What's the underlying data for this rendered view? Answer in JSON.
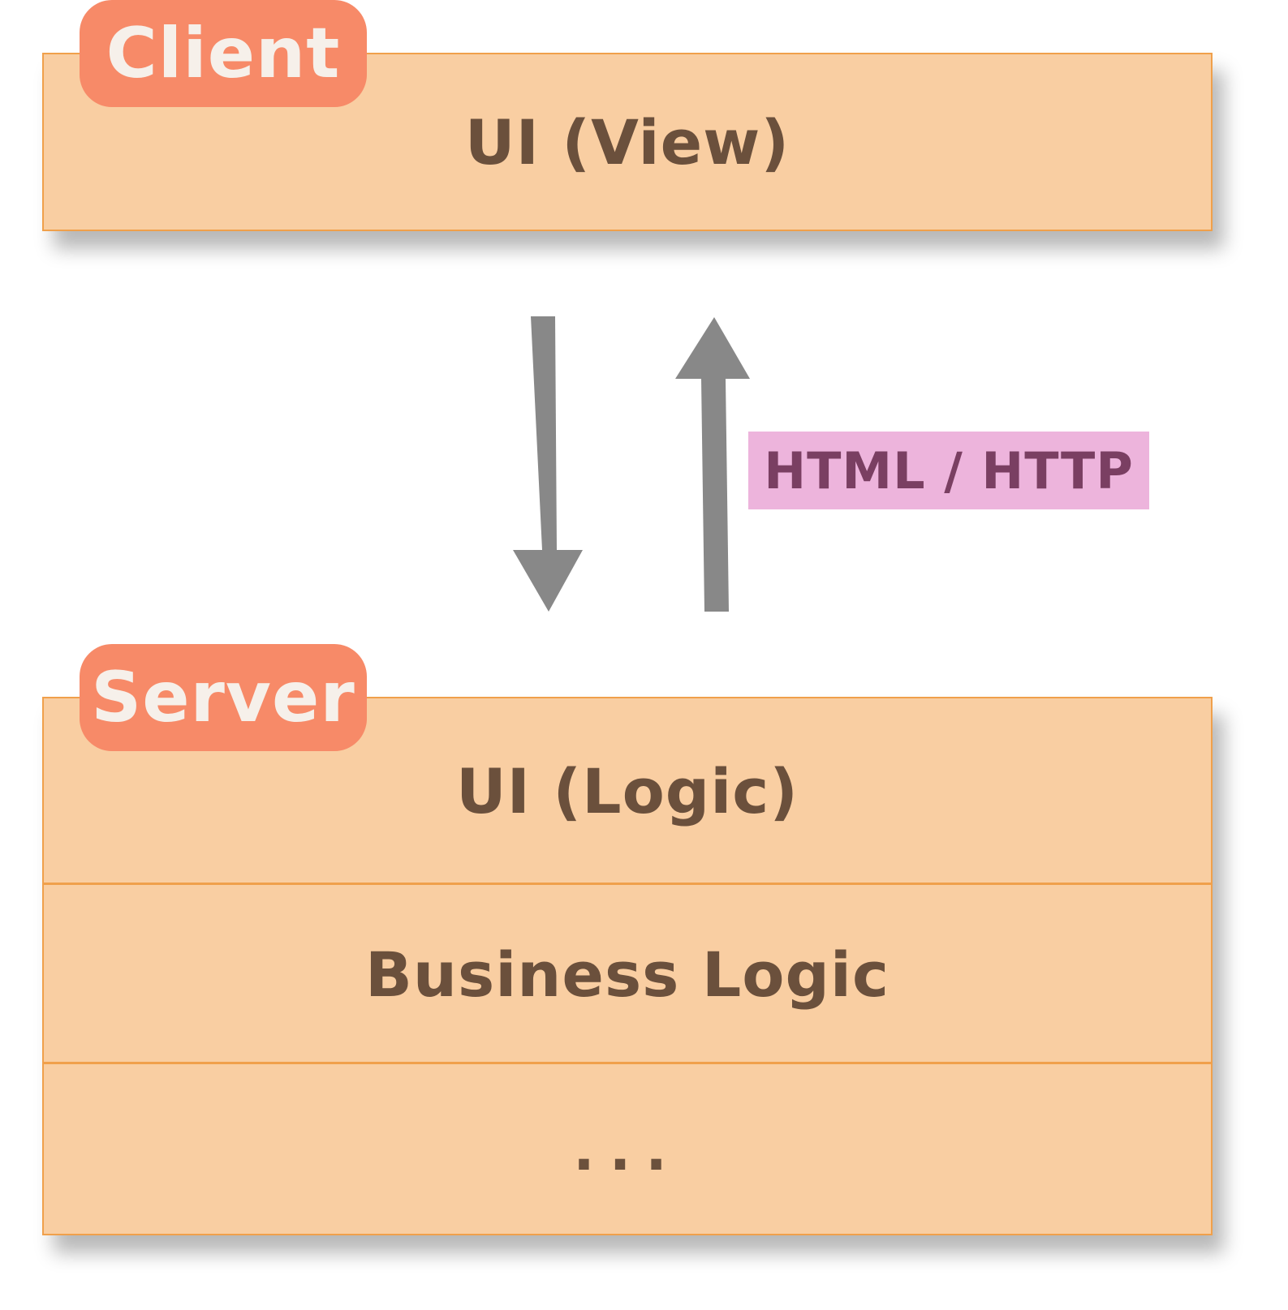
{
  "client": {
    "tag": "Client",
    "layers": [
      "UI (View)"
    ]
  },
  "server": {
    "tag": "Server",
    "layers": [
      "UI (Logic)",
      "Business Logic",
      "..."
    ]
  },
  "connector": {
    "label": "HTML / HTTP",
    "arrows": [
      "down-arrow",
      "up-arrow"
    ]
  },
  "colors": {
    "layer_fill": "#f9cea2",
    "layer_border": "#f0a04b",
    "tag_fill": "#f78a68",
    "tag_text": "#f6f0ea",
    "layer_text": "#6b503c",
    "label_fill": "#edb4dc",
    "label_text": "#7a3f62",
    "arrow": "#888888"
  }
}
